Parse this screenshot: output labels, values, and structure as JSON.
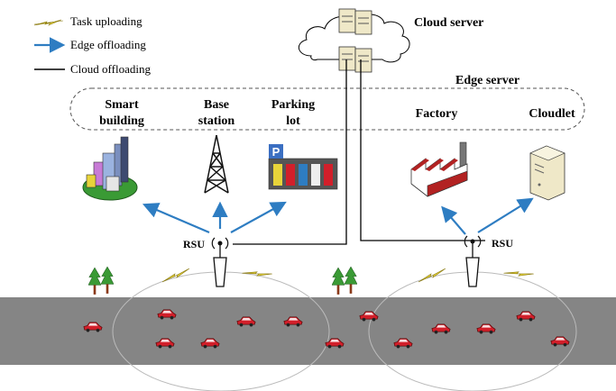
{
  "legend": {
    "task_uploading": "Task uploading",
    "edge_offloading": "Edge offloading",
    "cloud_offloading": "Cloud offloading"
  },
  "cloud_server": "Cloud server",
  "edge_server": "Edge server",
  "sites": {
    "smart_building": [
      "Smart",
      "building"
    ],
    "base_station": [
      "Base",
      "station"
    ],
    "parking_lot": [
      "Parking",
      "lot"
    ],
    "factory": "Factory",
    "cloudlet": "Cloudlet"
  },
  "parking_sign": "P",
  "rsu_left": "RSU",
  "rsu_right": "RSU",
  "colors": {
    "edge_arrow": "#2e7dc2",
    "task_bolt": "#e8d43a",
    "road": "#858585",
    "car": "#d21f2a",
    "tree": "#3a9a35",
    "factory_roof": "#b22222",
    "building": "#9bb3e0",
    "parking_sign": "#3b6fc2"
  }
}
